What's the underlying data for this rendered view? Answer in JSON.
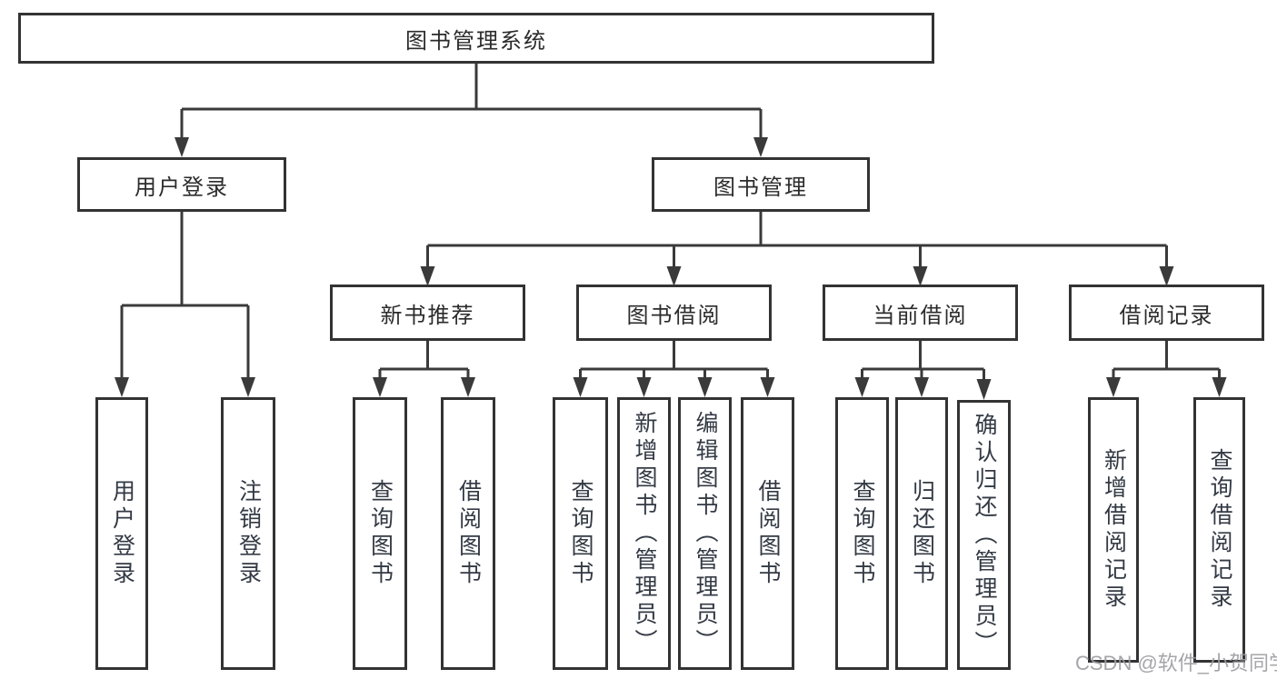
{
  "title": "图书管理系统",
  "watermark": "CSDN @软件_小贺同学",
  "colors": {
    "line": "#3a3a3a",
    "box_border": "#333333",
    "text": "#2b2b2b",
    "vertical_text": "#333a44",
    "watermark": "#9e9ea2",
    "background": "#ffffff"
  },
  "nodes": {
    "root": {
      "label": "图书管理系统"
    },
    "level2": [
      {
        "label": "用户登录"
      },
      {
        "label": "图书管理"
      }
    ],
    "level3": [
      {
        "label": "新书推荐"
      },
      {
        "label": "图书借阅"
      },
      {
        "label": "当前借阅"
      },
      {
        "label": "借阅记录"
      }
    ],
    "leaves": {
      "user_login": [
        {
          "label": "用户登录"
        },
        {
          "label": "注销登录"
        }
      ],
      "new_books": [
        {
          "label": "查询图书"
        },
        {
          "label": "借阅图书"
        }
      ],
      "book_borrow": [
        {
          "label": "查询图书"
        },
        {
          "label": "新增图书（管理员）"
        },
        {
          "label": "编辑图书（管理员）"
        },
        {
          "label": "借阅图书"
        }
      ],
      "current_borrow": [
        {
          "label": "查询图书"
        },
        {
          "label": "归还图书"
        },
        {
          "label": "确认归还（管理员）"
        }
      ],
      "borrow_records": [
        {
          "label": "新增借阅记录"
        },
        {
          "label": "查询借阅记录"
        }
      ]
    }
  }
}
